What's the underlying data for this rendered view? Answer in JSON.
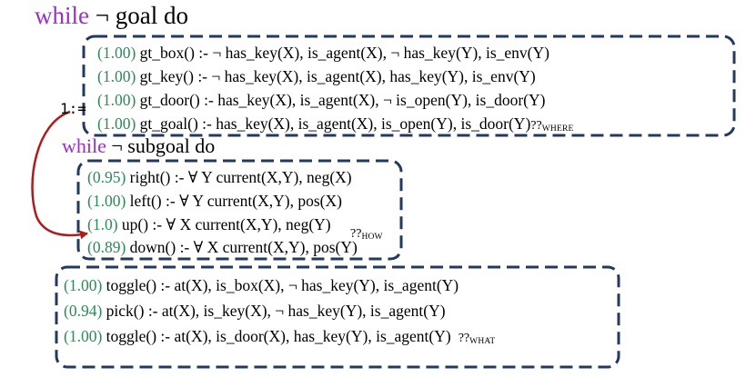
{
  "header": {
    "keyword": "while",
    "condition": "¬ goal do"
  },
  "where_block": {
    "assign_label": "1:=",
    "rules": [
      {
        "weight": "(1.00)",
        "text": " gt_box() :- ¬ has_key(X), is_agent(X), ¬ has_key(Y), is_env(Y)"
      },
      {
        "weight": "(1.00)",
        "text": " gt_key() :- ¬ has_key(X), is_agent(X), has_key(Y), is_env(Y)"
      },
      {
        "weight": "(1.00)",
        "text": " gt_door() :- has_key(X), is_agent(X), ¬ is_open(Y), is_door(Y)"
      },
      {
        "weight": "(1.00)",
        "text": " gt_goal() :- has_key(X), is_agent(X), is_open(Y), is_door(Y)"
      }
    ],
    "tag_prefix": "??",
    "tag_label": "WHERE"
  },
  "subheader": {
    "keyword": "while",
    "condition": "¬ subgoal do"
  },
  "how_block": {
    "rules": [
      {
        "weight": "(0.95)",
        "text": " right() :- ∀ Y current(X,Y), neg(X)"
      },
      {
        "weight": "(1.00)",
        "text": " left() :- ∀ Y current(X,Y), pos(X)"
      },
      {
        "weight": "(1.0)",
        "text": " up() :- ∀ X current(X,Y), neg(Y)"
      },
      {
        "weight": "(0.89)",
        "text": " down() :- ∀ X current(X,Y), pos(Y)"
      }
    ],
    "tag_prefix": "??",
    "tag_label": "HOW"
  },
  "what_block": {
    "rules": [
      {
        "weight": "(1.00)",
        "text": " toggle() :- at(X), is_box(X), ¬ has_key(Y), is_agent(Y)"
      },
      {
        "weight": "(0.94)",
        "text": " pick() :- at(X), is_key(X), ¬ has_key(Y), is_agent(Y)"
      },
      {
        "weight": "(1.00)",
        "text": " toggle() :- at(X), is_door(X), has_key(Y), is_agent(Y)"
      }
    ],
    "tag_prefix": "??",
    "tag_label": "WHAT"
  },
  "colors": {
    "keyword": "#9b30c8",
    "weight": "#2e8b57",
    "box_border": "#23395d",
    "arrow": "#b01c1c"
  }
}
